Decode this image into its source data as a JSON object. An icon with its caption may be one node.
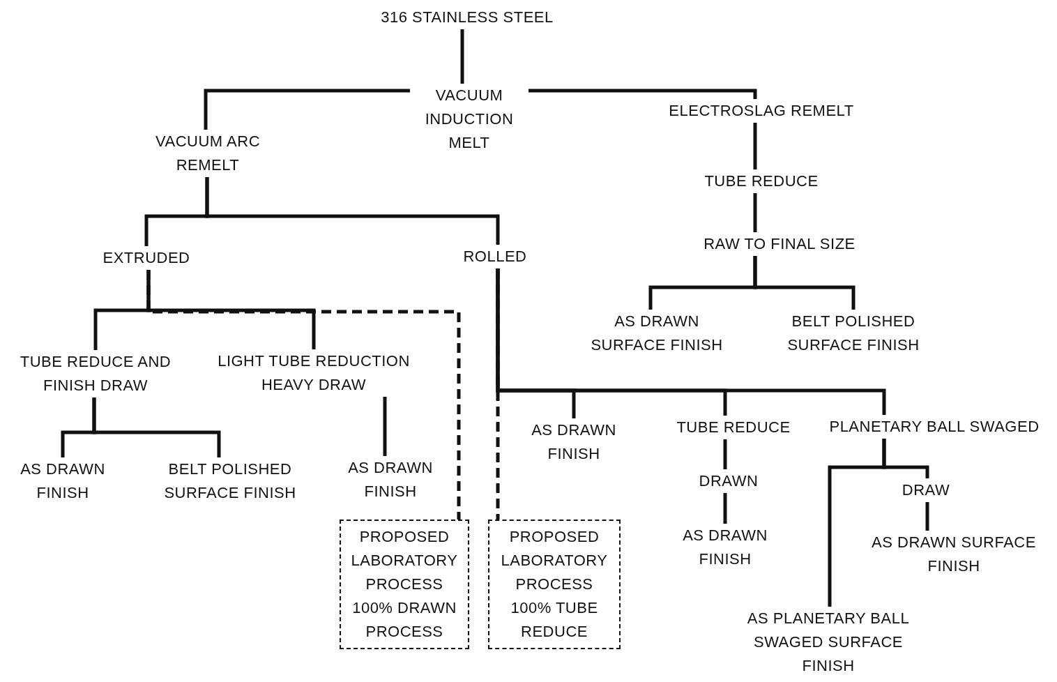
{
  "diagram": {
    "nodes": [
      {
        "text": [
          "316 STAINLESS STEEL"
        ]
      },
      {
        "text": [
          "VACUUM INDUCTION MELT"
        ]
      },
      {
        "text": [
          "VACUUM ARC REMELT"
        ]
      },
      {
        "text": [
          "ELECTROSLAG REMELT"
        ]
      },
      {
        "text": [
          "TUBE REDUCE"
        ]
      },
      {
        "text": [
          "RAW TO FINAL SIZE"
        ]
      },
      {
        "text": [
          "AS DRAWN SURFACE FINISH"
        ]
      },
      {
        "text": [
          "BELT POLISHED SURFACE FINISH"
        ]
      },
      {
        "text": [
          "EXTRUDED"
        ]
      },
      {
        "text": [
          "ROLLED"
        ]
      },
      {
        "text": [
          "TUBE REDUCE AND FINISH DRAW"
        ]
      },
      {
        "text": [
          "LIGHT TUBE REDUCTION HEAVY DRAW"
        ]
      },
      {
        "text": [
          "PROPOSED LABORATORY PROCESS 100% DRAWN PROCESS"
        ]
      },
      {
        "text": [
          "AS DRAWN FINISH"
        ]
      },
      {
        "text": [
          "BELT POLISHED SURFACE FINISH"
        ]
      },
      {
        "text": [
          "AS DRAWN FINISH"
        ]
      },
      {
        "text": [
          "PROPOSED LABORATORY PROCESS 100% TUBE REDUCE"
        ]
      },
      {
        "text": [
          "AS DRAWN FINISH"
        ]
      },
      {
        "text": [
          "TUBE REDUCE"
        ]
      },
      {
        "text": [
          "PLANETARY BALL SWAGED"
        ]
      },
      {
        "text": [
          "DRAWN"
        ]
      },
      {
        "text": [
          "AS DRAWN FINISH"
        ]
      },
      {
        "text": [
          "AS PLANETARY BALL SWAGED SURFACE FINISH"
        ]
      },
      {
        "text": [
          "DRAW"
        ]
      },
      {
        "text": [
          "AS DRAWN SURFACE FINISH"
        ]
      }
    ],
    "edges": [
      {
        "from": 0,
        "to": 1,
        "arrow": "none"
      },
      {
        "from": 1,
        "to": 2,
        "arrow": "none"
      },
      {
        "from": 1,
        "to": 3,
        "arrow": "none"
      },
      {
        "from": 3,
        "to": 4,
        "arrow": "none"
      },
      {
        "from": 4,
        "to": 5,
        "arrow": "none"
      },
      {
        "from": 5,
        "to": 6,
        "arrow": "none"
      },
      {
        "from": 5,
        "to": 7,
        "arrow": "none"
      },
      {
        "from": 2,
        "to": 8,
        "arrow": "none"
      },
      {
        "from": 2,
        "to": 9,
        "arrow": "none"
      },
      {
        "from": 8,
        "to": 10,
        "arrow": "none"
      },
      {
        "from": 8,
        "to": 11,
        "arrow": "none"
      },
      {
        "from": 8,
        "to": 12,
        "arrow": "none",
        "style": "dashed"
      },
      {
        "from": 10,
        "to": 13,
        "arrow": "none"
      },
      {
        "from": 10,
        "to": 14,
        "arrow": "none"
      },
      {
        "from": 11,
        "to": 15,
        "arrow": "none"
      },
      {
        "from": 9,
        "to": 17,
        "arrow": "none"
      },
      {
        "from": 9,
        "to": 18,
        "arrow": "none"
      },
      {
        "from": 9,
        "to": 19,
        "arrow": "none"
      },
      {
        "from": 9,
        "to": 16,
        "arrow": "none",
        "style": "dashed"
      },
      {
        "from": 18,
        "to": 20,
        "arrow": "none"
      },
      {
        "from": 20,
        "to": 21,
        "arrow": "none"
      },
      {
        "from": 19,
        "to": 22,
        "arrow": "none"
      },
      {
        "from": 19,
        "to": 23,
        "arrow": "none"
      },
      {
        "from": 23,
        "to": 24,
        "arrow": "none"
      }
    ]
  }
}
